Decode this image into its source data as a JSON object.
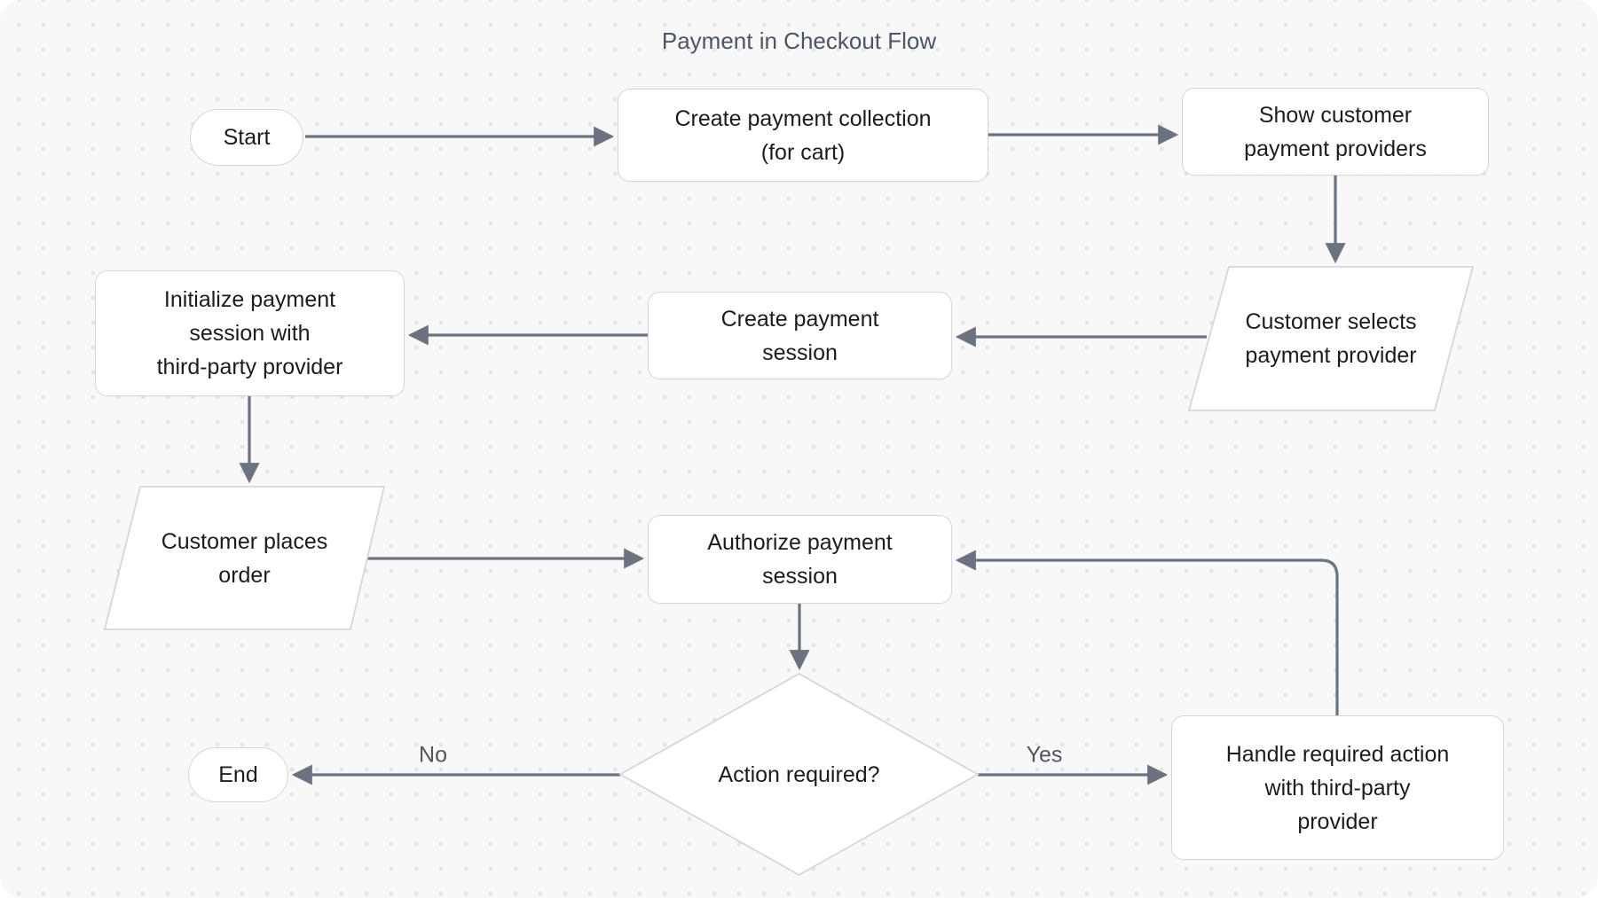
{
  "title": "Payment in Checkout Flow",
  "nodes": {
    "start": {
      "label": "Start",
      "shape": "terminator"
    },
    "create_payment_collection": {
      "label": "Create payment collection\n(for cart)",
      "shape": "process"
    },
    "show_customer_payment_providers": {
      "label": "Show customer\npayment providers",
      "shape": "process"
    },
    "customer_selects_payment_provider": {
      "label": "Customer selects\npayment provider",
      "shape": "input-output"
    },
    "create_payment_session": {
      "label": "Create payment\nsession",
      "shape": "process"
    },
    "initialize_payment_session": {
      "label": "Initialize payment\nsession with\nthird-party provider",
      "shape": "process"
    },
    "customer_places_order": {
      "label": "Customer places\norder",
      "shape": "input-output"
    },
    "authorize_payment_session": {
      "label": "Authorize payment\nsession",
      "shape": "process"
    },
    "action_required": {
      "label": "Action required?",
      "shape": "decision"
    },
    "end": {
      "label": "End",
      "shape": "terminator"
    },
    "handle_required_action": {
      "label": "Handle required action\nwith third-party\nprovider",
      "shape": "process"
    }
  },
  "edge_labels": {
    "no": "No",
    "yes": "Yes"
  },
  "colors": {
    "canvas_background": "#f8f8f9",
    "dot_grid": "#e4e4e8",
    "node_fill": "#ffffff",
    "node_border": "#d5d6db",
    "node_text": "#1b1c20",
    "arrow": "#6b7280",
    "muted_text": "#4b5563"
  }
}
